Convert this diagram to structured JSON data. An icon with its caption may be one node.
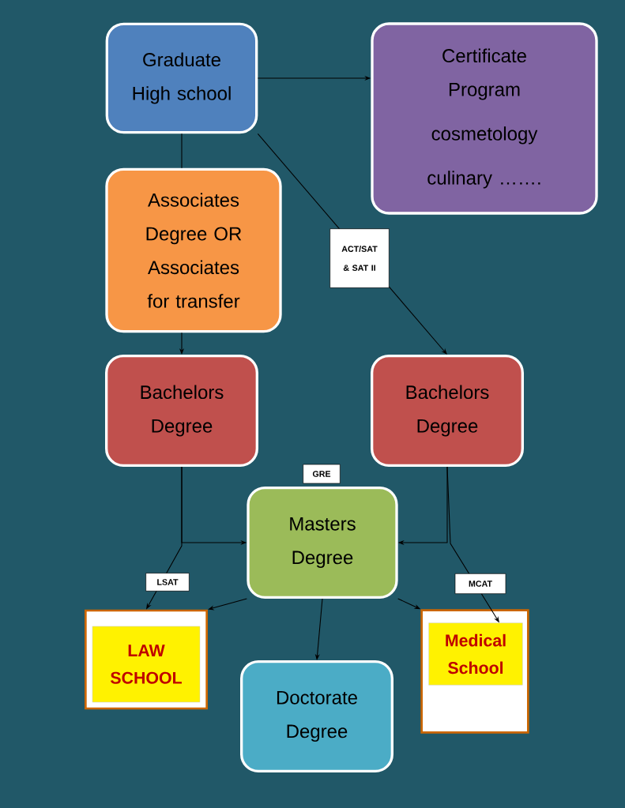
{
  "diagram": {
    "nodes": [
      {
        "text": [
          "Graduate High school"
        ]
      },
      {
        "text": [
          "Certificate Program",
          "cosmetology",
          "culinary ……."
        ]
      },
      {
        "text": [
          "Associates Degree OR Associates for transfer"
        ]
      },
      {
        "text": [
          "Bachelors Degree"
        ]
      },
      {
        "text": [
          "Bachelors Degree"
        ]
      },
      {
        "text": [
          "Masters Degree"
        ]
      },
      {
        "text": [],
        "shape": "box"
      },
      {
        "text": [
          "LAW SCHOOL"
        ],
        "in": 6
      },
      {
        "text": [
          "Doctorate Degree"
        ]
      },
      {
        "text": [],
        "shape": "box"
      },
      {
        "text": [
          "Medical School"
        ],
        "in": 9
      }
    ],
    "edges": [
      {
        "from": 0,
        "to": 1,
        "arrow": "to"
      },
      {
        "from": 0,
        "to": 2,
        "arrow": "none"
      },
      {
        "from": 0,
        "to": 4,
        "arrow": "to",
        "label": "ACT/SAT & SAT II"
      },
      {
        "from": 2,
        "to": 3,
        "arrow": "to"
      },
      {
        "from": 3,
        "to": 5,
        "arrow": "to"
      },
      {
        "from": 3,
        "to": 6,
        "arrow": "to",
        "label": "LSAT"
      },
      {
        "from": 4,
        "to": 5,
        "arrow": "to"
      },
      {
        "from": 4,
        "to": 10,
        "arrow": "to",
        "label": "MCAT"
      },
      {
        "from": 5,
        "to": 6,
        "arrow": "to"
      },
      {
        "from": 5,
        "to": 9,
        "arrow": "to"
      },
      {
        "from": 5,
        "to": 8,
        "arrow": "to"
      }
    ],
    "labels": [
      "GRE"
    ]
  }
}
